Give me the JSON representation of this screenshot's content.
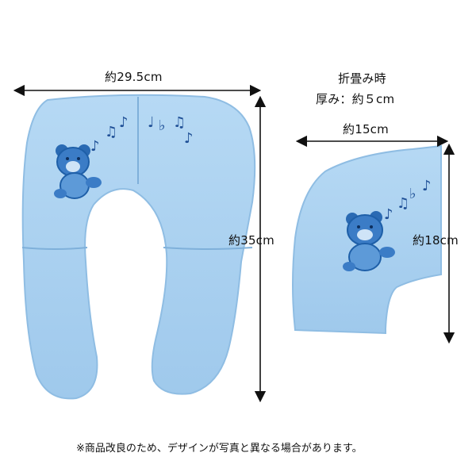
{
  "dimensions": {
    "width_open": "約29.5cm",
    "height_open": "約35cm",
    "folded_title": "折畳み時",
    "folded_thickness": "厚み：約５cm",
    "width_folded": "約15cm",
    "height_folded": "約18cm"
  },
  "footnote": "※商品改良のため、デザインが写真と異なる場合があります。",
  "colors": {
    "seat": "#a9d1f0",
    "seat_shadow": "#8fbde3",
    "bear_dark": "#1e5fa8",
    "bear_light": "#7db8ec"
  },
  "icons": {
    "bear": "bear-print-icon",
    "notes": "music-note-icon"
  }
}
